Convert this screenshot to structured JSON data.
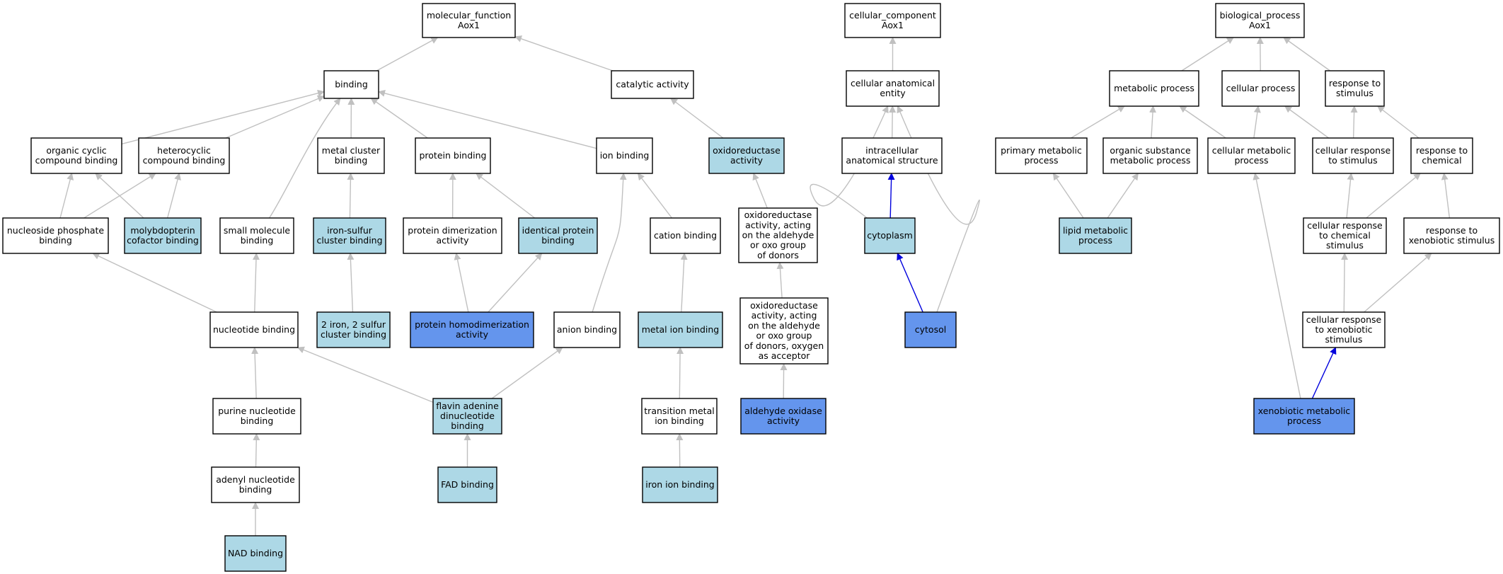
{
  "colors": {
    "plain": "#ffffff",
    "light": "#add8e6",
    "strong": "#6495ed",
    "edge_gray": "#c0c0c0",
    "edge_blue": "#0000dd"
  },
  "nodes": [
    {
      "id": "mf",
      "lines": [
        "molecular_function",
        "Aox1"
      ],
      "style": "plain"
    },
    {
      "id": "binding",
      "lines": [
        "binding"
      ],
      "style": "plain"
    },
    {
      "id": "catalytic",
      "lines": [
        "catalytic activity"
      ],
      "style": "plain"
    },
    {
      "id": "organic_cyclic",
      "lines": [
        "organic cyclic",
        "compound binding"
      ],
      "style": "plain"
    },
    {
      "id": "heterocyclic",
      "lines": [
        "heterocyclic",
        "compound binding"
      ],
      "style": "plain"
    },
    {
      "id": "metal_cluster",
      "lines": [
        "metal cluster",
        "binding"
      ],
      "style": "plain"
    },
    {
      "id": "protein_binding",
      "lines": [
        "protein binding"
      ],
      "style": "plain"
    },
    {
      "id": "ion_binding",
      "lines": [
        "ion binding"
      ],
      "style": "plain"
    },
    {
      "id": "oxidoreductase",
      "lines": [
        "oxidoreductase",
        "activity"
      ],
      "style": "light"
    },
    {
      "id": "nucleoside_phosphate",
      "lines": [
        "nucleoside phosphate",
        "binding"
      ],
      "style": "plain"
    },
    {
      "id": "molybdopterin",
      "lines": [
        "molybdopterin",
        "cofactor binding"
      ],
      "style": "light"
    },
    {
      "id": "small_molecule",
      "lines": [
        "small molecule",
        "binding"
      ],
      "style": "plain"
    },
    {
      "id": "iron_sulfur",
      "lines": [
        "iron-sulfur",
        "cluster binding"
      ],
      "style": "light"
    },
    {
      "id": "protein_dimerization",
      "lines": [
        "protein dimerization",
        "activity"
      ],
      "style": "plain"
    },
    {
      "id": "identical_protein",
      "lines": [
        "identical protein",
        "binding"
      ],
      "style": "light"
    },
    {
      "id": "cation_binding",
      "lines": [
        "cation binding"
      ],
      "style": "plain"
    },
    {
      "id": "oxido_aldehyde_donors",
      "lines": [
        "oxidoreductase",
        "activity, acting",
        "on the aldehyde",
        "or oxo group",
        "of donors"
      ],
      "style": "plain"
    },
    {
      "id": "nucleotide_binding",
      "lines": [
        "nucleotide binding"
      ],
      "style": "plain"
    },
    {
      "id": "iron2_sulfur2",
      "lines": [
        "2 iron, 2 sulfur",
        "cluster binding"
      ],
      "style": "light"
    },
    {
      "id": "protein_homodimerization",
      "lines": [
        "protein homodimerization",
        "activity"
      ],
      "style": "strong"
    },
    {
      "id": "anion_binding",
      "lines": [
        "anion binding"
      ],
      "style": "plain"
    },
    {
      "id": "metal_ion_binding",
      "lines": [
        "metal ion binding"
      ],
      "style": "light"
    },
    {
      "id": "oxido_aldehyde_oxygen",
      "lines": [
        "oxidoreductase",
        "activity, acting",
        "on the aldehyde",
        "or oxo group",
        "of donors, oxygen",
        "as acceptor"
      ],
      "style": "plain"
    },
    {
      "id": "purine_nucleotide",
      "lines": [
        "purine nucleotide",
        "binding"
      ],
      "style": "plain"
    },
    {
      "id": "fad_dinucleotide",
      "lines": [
        "flavin adenine",
        "dinucleotide",
        "binding"
      ],
      "style": "light"
    },
    {
      "id": "transition_metal",
      "lines": [
        "transition metal",
        "ion binding"
      ],
      "style": "plain"
    },
    {
      "id": "aldehyde_oxidase",
      "lines": [
        "aldehyde oxidase",
        "activity"
      ],
      "style": "strong"
    },
    {
      "id": "adenyl_nucleotide",
      "lines": [
        "adenyl nucleotide",
        "binding"
      ],
      "style": "plain"
    },
    {
      "id": "fad_binding",
      "lines": [
        "FAD binding"
      ],
      "style": "light"
    },
    {
      "id": "iron_ion",
      "lines": [
        "iron ion binding"
      ],
      "style": "light"
    },
    {
      "id": "nad_binding",
      "lines": [
        "NAD binding"
      ],
      "style": "light"
    },
    {
      "id": "cc",
      "lines": [
        "cellular_component",
        "Aox1"
      ],
      "style": "plain"
    },
    {
      "id": "cell_anat",
      "lines": [
        "cellular anatomical",
        "entity"
      ],
      "style": "plain"
    },
    {
      "id": "intracellular",
      "lines": [
        "intracellular",
        "anatomical structure"
      ],
      "style": "plain"
    },
    {
      "id": "cytoplasm",
      "lines": [
        "cytoplasm"
      ],
      "style": "light"
    },
    {
      "id": "cytosol",
      "lines": [
        "cytosol"
      ],
      "style": "strong"
    },
    {
      "id": "bp",
      "lines": [
        "biological_process",
        "Aox1"
      ],
      "style": "plain"
    },
    {
      "id": "metabolic",
      "lines": [
        "metabolic process"
      ],
      "style": "plain"
    },
    {
      "id": "cellular_process",
      "lines": [
        "cellular process"
      ],
      "style": "plain"
    },
    {
      "id": "response_stimulus",
      "lines": [
        "response to",
        "stimulus"
      ],
      "style": "plain"
    },
    {
      "id": "primary_metabolic",
      "lines": [
        "primary metabolic",
        "process"
      ],
      "style": "plain"
    },
    {
      "id": "organic_substance",
      "lines": [
        "organic substance",
        "metabolic process"
      ],
      "style": "plain"
    },
    {
      "id": "cellular_metabolic",
      "lines": [
        "cellular metabolic",
        "process"
      ],
      "style": "plain"
    },
    {
      "id": "cell_resp_stimulus",
      "lines": [
        "cellular response",
        "to stimulus"
      ],
      "style": "plain"
    },
    {
      "id": "response_chemical",
      "lines": [
        "response to",
        "chemical"
      ],
      "style": "plain"
    },
    {
      "id": "lipid_metabolic",
      "lines": [
        "lipid metabolic",
        "process"
      ],
      "style": "light"
    },
    {
      "id": "cell_resp_chemical",
      "lines": [
        "cellular response",
        "to chemical",
        "stimulus"
      ],
      "style": "plain"
    },
    {
      "id": "response_xenobiotic",
      "lines": [
        "response to",
        "xenobiotic stimulus"
      ],
      "style": "plain"
    },
    {
      "id": "cell_resp_xenobiotic",
      "lines": [
        "cellular response",
        "to xenobiotic",
        "stimulus"
      ],
      "style": "plain"
    },
    {
      "id": "xenobiotic_metabolic",
      "lines": [
        "xenobiotic metabolic",
        "process"
      ],
      "style": "strong"
    }
  ],
  "edges": [
    {
      "from": "binding",
      "to": "mf",
      "color": "gray"
    },
    {
      "from": "catalytic",
      "to": "mf",
      "color": "gray"
    },
    {
      "from": "organic_cyclic",
      "to": "binding",
      "color": "gray"
    },
    {
      "from": "heterocyclic",
      "to": "binding",
      "color": "gray"
    },
    {
      "from": "metal_cluster",
      "to": "binding",
      "color": "gray"
    },
    {
      "from": "protein_binding",
      "to": "binding",
      "color": "gray"
    },
    {
      "from": "ion_binding",
      "to": "binding",
      "color": "gray"
    },
    {
      "from": "small_molecule",
      "to": "binding",
      "color": "gray"
    },
    {
      "from": "oxidoreductase",
      "to": "catalytic",
      "color": "gray"
    },
    {
      "from": "nucleoside_phosphate",
      "to": "organic_cyclic",
      "color": "gray"
    },
    {
      "from": "nucleoside_phosphate",
      "to": "heterocyclic",
      "color": "gray"
    },
    {
      "from": "molybdopterin",
      "to": "organic_cyclic",
      "color": "gray"
    },
    {
      "from": "molybdopterin",
      "to": "heterocyclic",
      "color": "gray"
    },
    {
      "from": "iron_sulfur",
      "to": "metal_cluster",
      "color": "gray"
    },
    {
      "from": "protein_dimerization",
      "to": "protein_binding",
      "color": "gray"
    },
    {
      "from": "identical_protein",
      "to": "protein_binding",
      "color": "gray"
    },
    {
      "from": "cation_binding",
      "to": "ion_binding",
      "color": "gray"
    },
    {
      "from": "anion_binding",
      "to": "ion_binding",
      "color": "gray"
    },
    {
      "from": "oxido_aldehyde_donors",
      "to": "oxidoreductase",
      "color": "gray"
    },
    {
      "from": "nucleotide_binding",
      "to": "nucleoside_phosphate",
      "color": "gray"
    },
    {
      "from": "nucleotide_binding",
      "to": "small_molecule",
      "color": "gray"
    },
    {
      "from": "iron2_sulfur2",
      "to": "iron_sulfur",
      "color": "gray"
    },
    {
      "from": "protein_homodimerization",
      "to": "protein_dimerization",
      "color": "gray"
    },
    {
      "from": "protein_homodimerization",
      "to": "identical_protein",
      "color": "gray"
    },
    {
      "from": "metal_ion_binding",
      "to": "cation_binding",
      "color": "gray"
    },
    {
      "from": "oxido_aldehyde_oxygen",
      "to": "oxido_aldehyde_donors",
      "color": "gray"
    },
    {
      "from": "purine_nucleotide",
      "to": "nucleotide_binding",
      "color": "gray"
    },
    {
      "from": "fad_dinucleotide",
      "to": "nucleotide_binding",
      "color": "gray"
    },
    {
      "from": "fad_dinucleotide",
      "to": "anion_binding",
      "color": "gray"
    },
    {
      "from": "transition_metal",
      "to": "metal_ion_binding",
      "color": "gray"
    },
    {
      "from": "aldehyde_oxidase",
      "to": "oxido_aldehyde_oxygen",
      "color": "gray"
    },
    {
      "from": "adenyl_nucleotide",
      "to": "purine_nucleotide",
      "color": "gray"
    },
    {
      "from": "fad_binding",
      "to": "fad_dinucleotide",
      "color": "gray"
    },
    {
      "from": "iron_ion",
      "to": "transition_metal",
      "color": "gray"
    },
    {
      "from": "nad_binding",
      "to": "adenyl_nucleotide",
      "color": "gray"
    },
    {
      "from": "cell_anat",
      "to": "cc",
      "color": "gray"
    },
    {
      "from": "intracellular",
      "to": "cell_anat",
      "color": "gray"
    },
    {
      "from": "cytoplasm",
      "to": "cell_anat",
      "color": "gray"
    },
    {
      "from": "cytoplasm",
      "to": "intracellular",
      "color": "blue"
    },
    {
      "from": "cytosol",
      "to": "cytoplasm",
      "color": "blue"
    },
    {
      "from": "cytosol",
      "to": "cell_anat",
      "color": "gray"
    },
    {
      "from": "metabolic",
      "to": "bp",
      "color": "gray"
    },
    {
      "from": "cellular_process",
      "to": "bp",
      "color": "gray"
    },
    {
      "from": "response_stimulus",
      "to": "bp",
      "color": "gray"
    },
    {
      "from": "primary_metabolic",
      "to": "metabolic",
      "color": "gray"
    },
    {
      "from": "organic_substance",
      "to": "metabolic",
      "color": "gray"
    },
    {
      "from": "cellular_metabolic",
      "to": "metabolic",
      "color": "gray"
    },
    {
      "from": "cellular_metabolic",
      "to": "cellular_process",
      "color": "gray"
    },
    {
      "from": "cell_resp_stimulus",
      "to": "cellular_process",
      "color": "gray"
    },
    {
      "from": "cell_resp_stimulus",
      "to": "response_stimulus",
      "color": "gray"
    },
    {
      "from": "response_chemical",
      "to": "response_stimulus",
      "color": "gray"
    },
    {
      "from": "lipid_metabolic",
      "to": "primary_metabolic",
      "color": "gray"
    },
    {
      "from": "lipid_metabolic",
      "to": "organic_substance",
      "color": "gray"
    },
    {
      "from": "cell_resp_chemical",
      "to": "cell_resp_stimulus",
      "color": "gray"
    },
    {
      "from": "cell_resp_chemical",
      "to": "response_chemical",
      "color": "gray"
    },
    {
      "from": "response_xenobiotic",
      "to": "response_chemical",
      "color": "gray"
    },
    {
      "from": "cell_resp_xenobiotic",
      "to": "cell_resp_chemical",
      "color": "gray"
    },
    {
      "from": "cell_resp_xenobiotic",
      "to": "response_xenobiotic",
      "color": "gray"
    },
    {
      "from": "xenobiotic_metabolic",
      "to": "cell_resp_xenobiotic",
      "color": "blue"
    },
    {
      "from": "xenobiotic_metabolic",
      "to": "cellular_metabolic",
      "color": "gray"
    }
  ]
}
